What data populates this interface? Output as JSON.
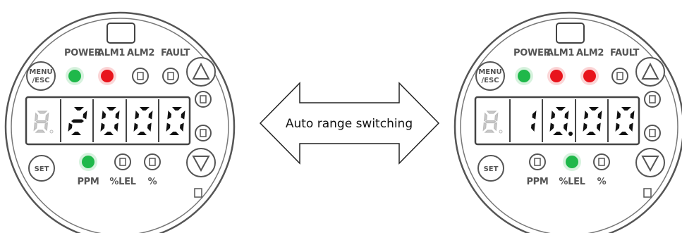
{
  "arrow": {
    "label": "Auto range switching"
  },
  "panels": [
    {
      "id": "left",
      "indicators": {
        "power": {
          "label": "POWER",
          "state": "green"
        },
        "alm1": {
          "label": "ALM1",
          "state": "red"
        },
        "alm2": {
          "label": "ALM2",
          "state": "off"
        },
        "fault": {
          "label": "FAULT",
          "state": "off"
        }
      },
      "buttons": {
        "menu": "MENU\n/ESC",
        "set": "SET"
      },
      "display": {
        "digits": [
          "2",
          "0",
          "0",
          "0"
        ],
        "decimal_after": null
      },
      "units": [
        {
          "label": "PPM",
          "state": "green"
        },
        {
          "label": "%LEL",
          "state": "off"
        },
        {
          "label": "%",
          "state": "off"
        }
      ]
    },
    {
      "id": "right",
      "indicators": {
        "power": {
          "label": "POWER",
          "state": "green"
        },
        "alm1": {
          "label": "ALM1",
          "state": "red"
        },
        "alm2": {
          "label": "ALM2",
          "state": "red"
        },
        "fault": {
          "label": "FAULT",
          "state": "off"
        }
      },
      "buttons": {
        "menu": "MENU\n/ESC",
        "set": "SET"
      },
      "display": {
        "digits": [
          "1",
          "0",
          "0",
          "0"
        ],
        "decimal_after": 2
      },
      "units": [
        {
          "label": "PPM",
          "state": "off"
        },
        {
          "label": "%LEL",
          "state": "green"
        },
        {
          "label": "%",
          "state": "off"
        }
      ]
    }
  ],
  "colors": {
    "led_green": "#1fb84a",
    "led_red": "#e8141c",
    "outline": "#555555"
  }
}
